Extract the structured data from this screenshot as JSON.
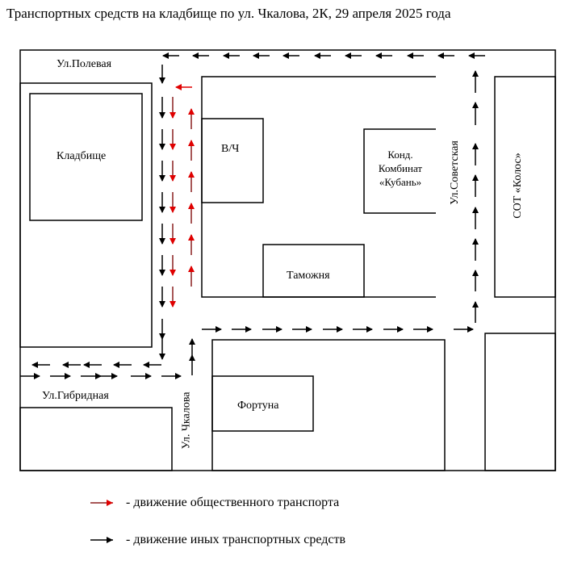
{
  "title": "Транспортных средств на кладбище по ул. Чкалова, 2К, 29 апреля 2025 года",
  "streets": {
    "poleva": "Ул.Полевая",
    "gibridnaya": "Ул.Гибридная",
    "chkalova": "Ул. Чкалова",
    "sovetskaya": "Ул.Советская"
  },
  "buildings": {
    "cemetery": "Кладбище",
    "military_unit": "В/Ч",
    "customs": "Таможня",
    "kuban_line1": "Конд.",
    "kuban_line2": "Комбинат",
    "kuban_line3": "«Кубань»",
    "kolos": "СОТ «Колос»",
    "fortuna": "Фортуна"
  },
  "legend": {
    "public_transport": "- движение общественного транспорта",
    "other_vehicles": "- движение иных транспортных средств"
  },
  "colors": {
    "public_transport": "#e00000",
    "other_vehicles": "#000000",
    "lines": "#000000"
  }
}
